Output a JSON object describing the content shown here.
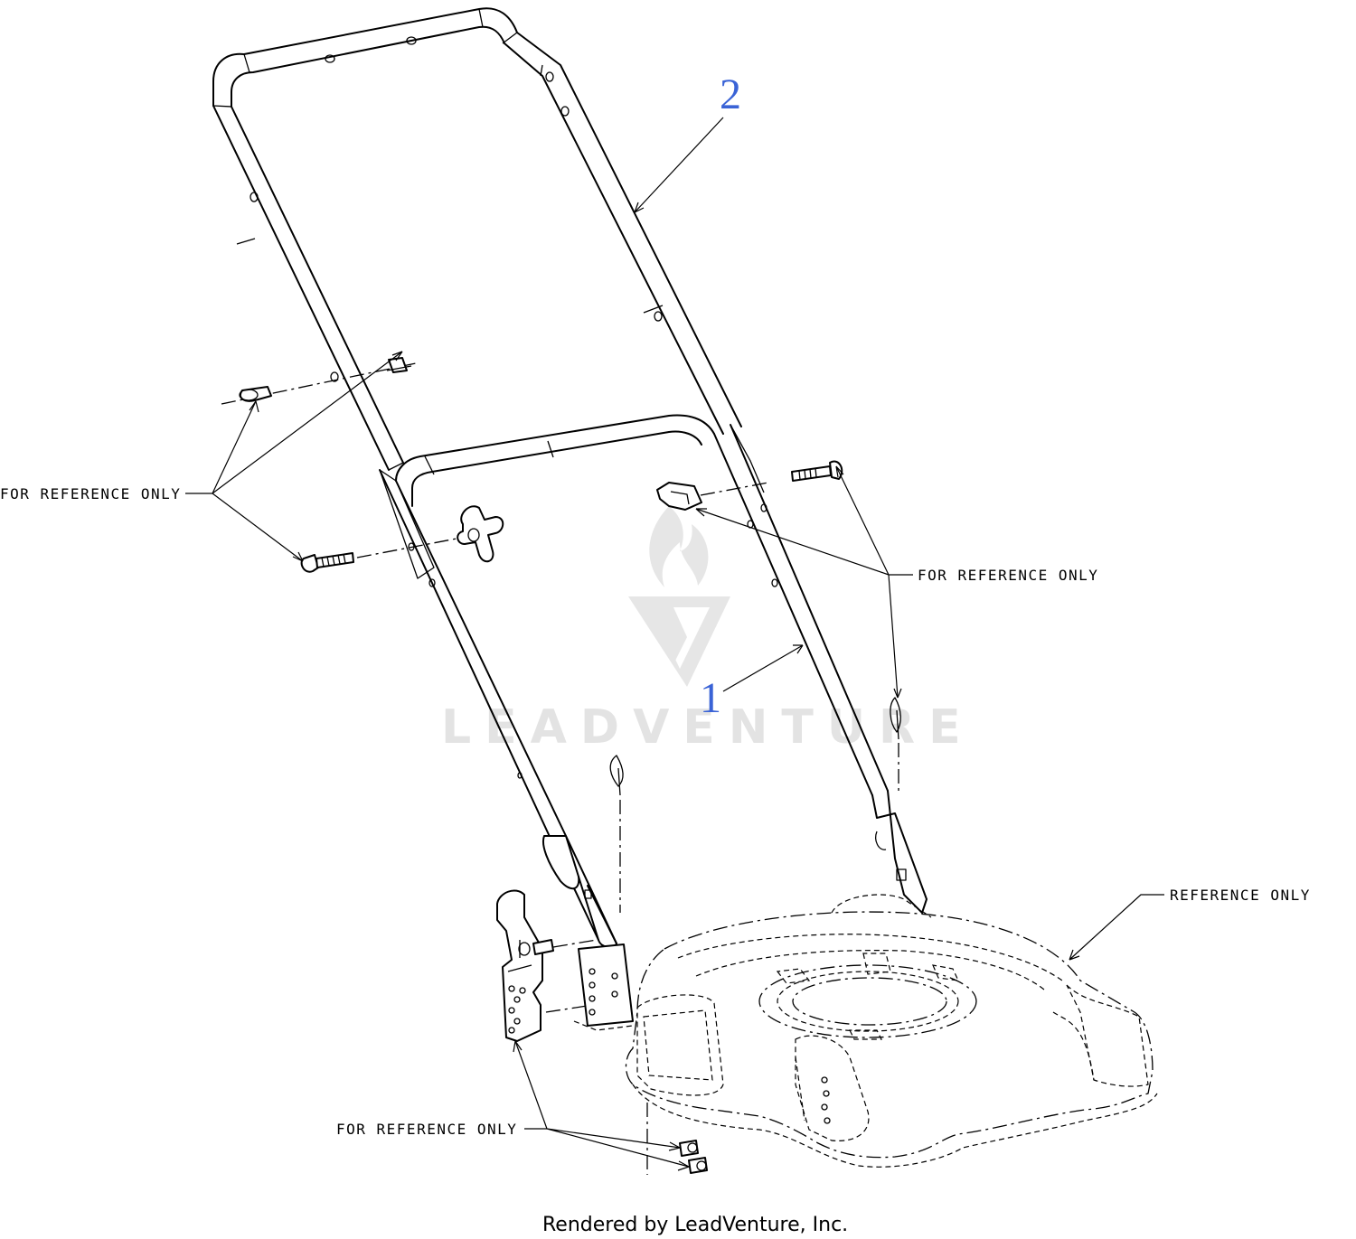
{
  "labels": {
    "ref_top_left": "FOR REFERENCE ONLY",
    "ref_right": "FOR REFERENCE ONLY",
    "ref_deck": "REFERENCE ONLY",
    "ref_bottom": "FOR REFERENCE ONLY"
  },
  "callouts": {
    "part_1": "1",
    "part_2": "2"
  },
  "watermark": {
    "text": "LEADVENTURE"
  },
  "footer": {
    "text": "Rendered by LeadVenture, Inc."
  },
  "colors": {
    "callout": "#3a63d6",
    "watermark": "#e3e3e3",
    "line": "#000000"
  }
}
